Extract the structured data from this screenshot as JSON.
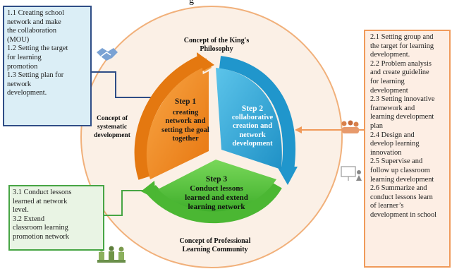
{
  "top_title": "g",
  "left_box": {
    "lines": [
      "1.1 Creating school",
      "network and make",
      "the collaboration",
      "(MOU)",
      "1.2 Setting the target",
      "for learning",
      "promotion",
      "1.3 Setting plan for",
      "network",
      "development."
    ]
  },
  "bottom_box": {
    "lines": [
      "3.1 Conduct lessons",
      "learned at network",
      "level.",
      "3.2 Extend",
      "classroom learning",
      "promotion network"
    ]
  },
  "right_box": {
    "lines": [
      "2.1 Setting group and",
      "the target for learning",
      "development.",
      "2.2 Problem analysis",
      "and create guideline",
      "for learning",
      "development",
      "2.3 Setting innovative",
      "framework and",
      "learning development",
      "plan",
      "2.4 Design and",
      "develop learning",
      "innovation",
      "2.5 Supervise and",
      "follow up classroom",
      "learning development",
      "2.6 Summarize and",
      "conduct lessons learn",
      "of learner’s",
      "development in school"
    ]
  },
  "concepts": {
    "king": [
      "Concept of the King's",
      "Philosophy"
    ],
    "systematic": [
      "Concept of",
      "systematic",
      "development"
    ],
    "plc": [
      "Concept of Professional",
      "Learning Community"
    ]
  },
  "steps": {
    "step1": {
      "title": "Step 1",
      "lines": [
        "creating",
        "network and",
        "setting the goal",
        "together"
      ]
    },
    "step2": {
      "title": "Step 2",
      "lines": [
        "collaborative",
        "creation and",
        "network",
        "development"
      ]
    },
    "step3": {
      "title": "Step 3",
      "lines": [
        "Conduct lessons",
        "learned and extend",
        "learning network"
      ]
    }
  },
  "icons": [
    "handshake-icon",
    "meeting-icon",
    "presentation-icon",
    "group-work-icon"
  ],
  "colors": {
    "step1": "#f18a1d",
    "step2": "#33aee0",
    "step3": "#5cc53e",
    "ring": "#fbf0e6",
    "ring_border": "#f1b07a",
    "blue_border": "#2f4d86",
    "green_border": "#47a544",
    "orange_border": "#f09a5a"
  }
}
